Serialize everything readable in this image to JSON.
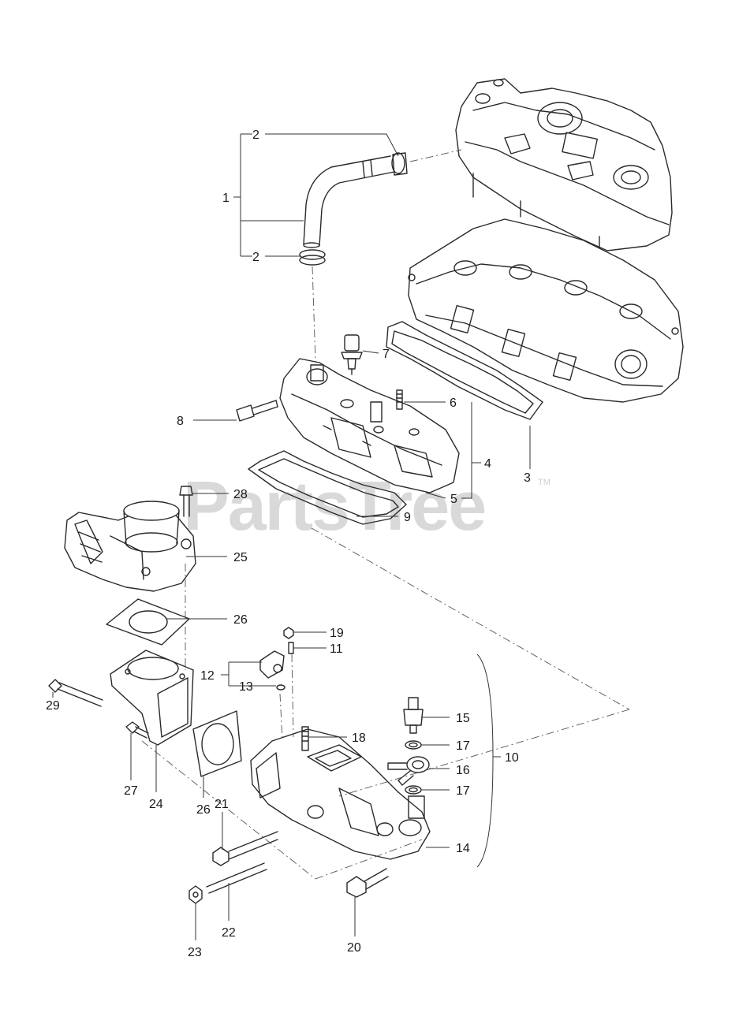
{
  "watermark": {
    "text": "PartsTree",
    "tm": "TM"
  },
  "callouts": [
    {
      "id": "c1",
      "label": "1"
    },
    {
      "id": "c2a",
      "label": "2"
    },
    {
      "id": "c2b",
      "label": "2"
    },
    {
      "id": "c3",
      "label": "3"
    },
    {
      "id": "c4",
      "label": "4"
    },
    {
      "id": "c5",
      "label": "5"
    },
    {
      "id": "c6",
      "label": "6"
    },
    {
      "id": "c7",
      "label": "7"
    },
    {
      "id": "c8",
      "label": "8"
    },
    {
      "id": "c9",
      "label": "9"
    },
    {
      "id": "c10",
      "label": "10"
    },
    {
      "id": "c11",
      "label": "11"
    },
    {
      "id": "c12",
      "label": "12"
    },
    {
      "id": "c13",
      "label": "13"
    },
    {
      "id": "c14",
      "label": "14"
    },
    {
      "id": "c15",
      "label": "15"
    },
    {
      "id": "c16",
      "label": "16"
    },
    {
      "id": "c17a",
      "label": "17"
    },
    {
      "id": "c17b",
      "label": "17"
    },
    {
      "id": "c18",
      "label": "18"
    },
    {
      "id": "c19",
      "label": "19"
    },
    {
      "id": "c20",
      "label": "20"
    },
    {
      "id": "c21",
      "label": "21"
    },
    {
      "id": "c22",
      "label": "22"
    },
    {
      "id": "c23",
      "label": "23"
    },
    {
      "id": "c24",
      "label": "24"
    },
    {
      "id": "c25",
      "label": "25"
    },
    {
      "id": "c26a",
      "label": "26"
    },
    {
      "id": "c26b",
      "label": "26"
    },
    {
      "id": "c27",
      "label": "27"
    },
    {
      "id": "c28",
      "label": "28"
    },
    {
      "id": "c29",
      "label": "29"
    }
  ]
}
